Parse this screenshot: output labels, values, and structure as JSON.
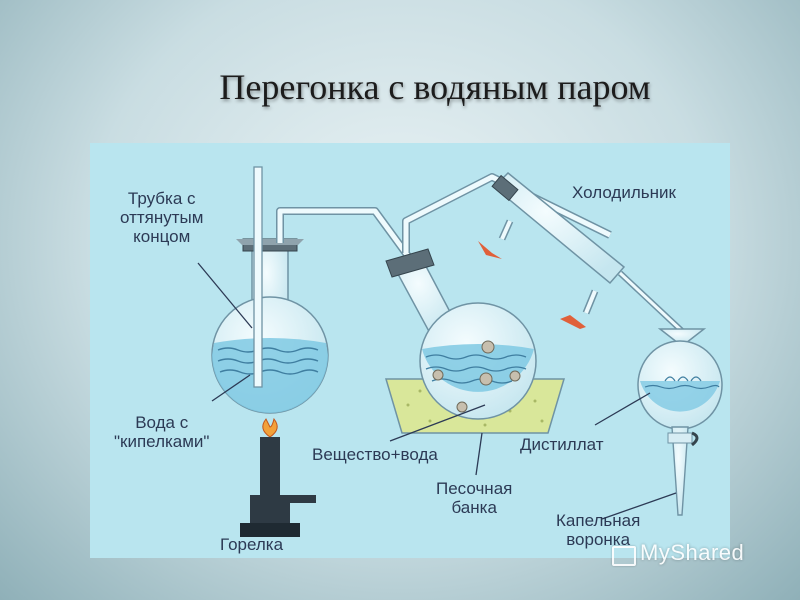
{
  "title": "Перегонка с водяным паром",
  "labels": {
    "tube": "Трубка с\nоттянутым\nконцом",
    "condenser": "Холодильник",
    "water": "Вода с\n\"кипелками\"",
    "substance": "Вещество+вода",
    "distillate": "Дистиллат",
    "sand_bath": "Песочная\nбанка",
    "dropping_funnel": "Капельная\nворонка",
    "burner": "Горелка"
  },
  "watermark": "MyShared",
  "colors": {
    "panel": "#b9e5ef",
    "glass": "#dff3f8",
    "glass_stroke": "#6f93a4",
    "liquid": "#7fc9e3",
    "sand": "#d9e79a",
    "burner": "#2e3a44",
    "arrow": "#e0603a"
  }
}
